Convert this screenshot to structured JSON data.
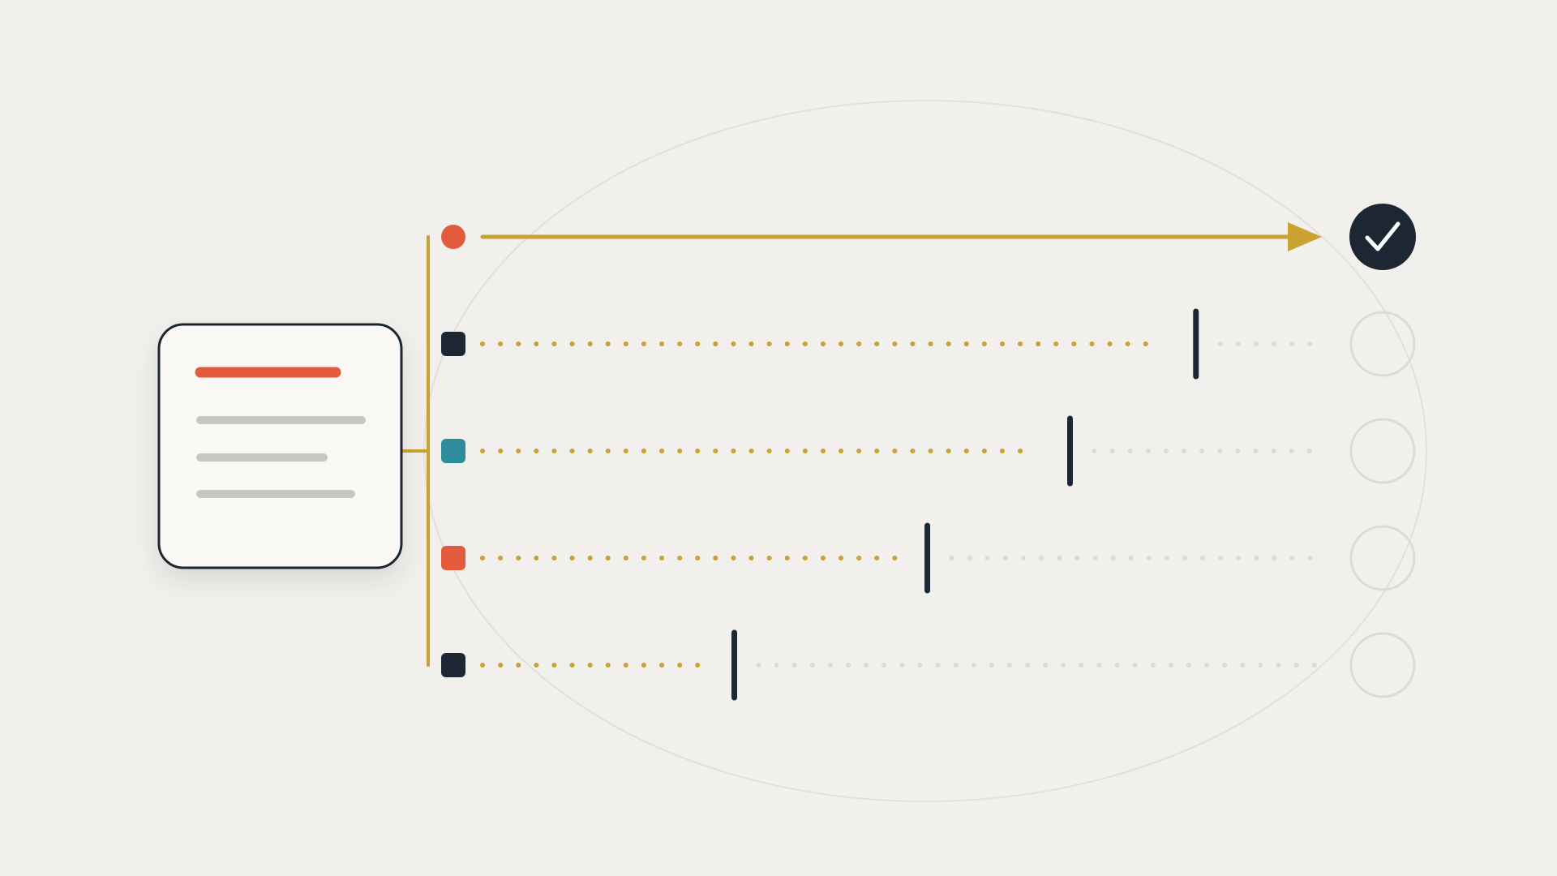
{
  "palette": {
    "background": "#f1f0ec",
    "card_fill": "#f9f8f4",
    "navy": "#1d2733",
    "gold": "#c9a233",
    "red": "#e45a3d",
    "teal": "#2e8d9c",
    "muted_gray": "#c6c7c2",
    "faint_gray": "#dcdbd6",
    "ellipse_stroke": "#e1e0db"
  },
  "document_card": {
    "icon": "document-icon",
    "title_line_color": "red",
    "body_lines": 3
  },
  "tracks": [
    {
      "id": "track-1",
      "marker_shape": "circle",
      "marker_color": "red",
      "progress": 1.0,
      "complete": true,
      "end_icon": "checkmark-icon"
    },
    {
      "id": "track-2",
      "marker_shape": "square",
      "marker_color": "navy",
      "progress": 0.85,
      "complete": false,
      "end_icon": "empty-circle-icon"
    },
    {
      "id": "track-3",
      "marker_shape": "square",
      "marker_color": "teal",
      "progress": 0.7,
      "complete": false,
      "end_icon": "empty-circle-icon"
    },
    {
      "id": "track-4",
      "marker_shape": "square",
      "marker_color": "red",
      "progress": 0.53,
      "complete": false,
      "end_icon": "empty-circle-icon"
    },
    {
      "id": "track-5",
      "marker_shape": "square",
      "marker_color": "navy",
      "progress": 0.3,
      "complete": false,
      "end_icon": "empty-circle-icon"
    }
  ]
}
